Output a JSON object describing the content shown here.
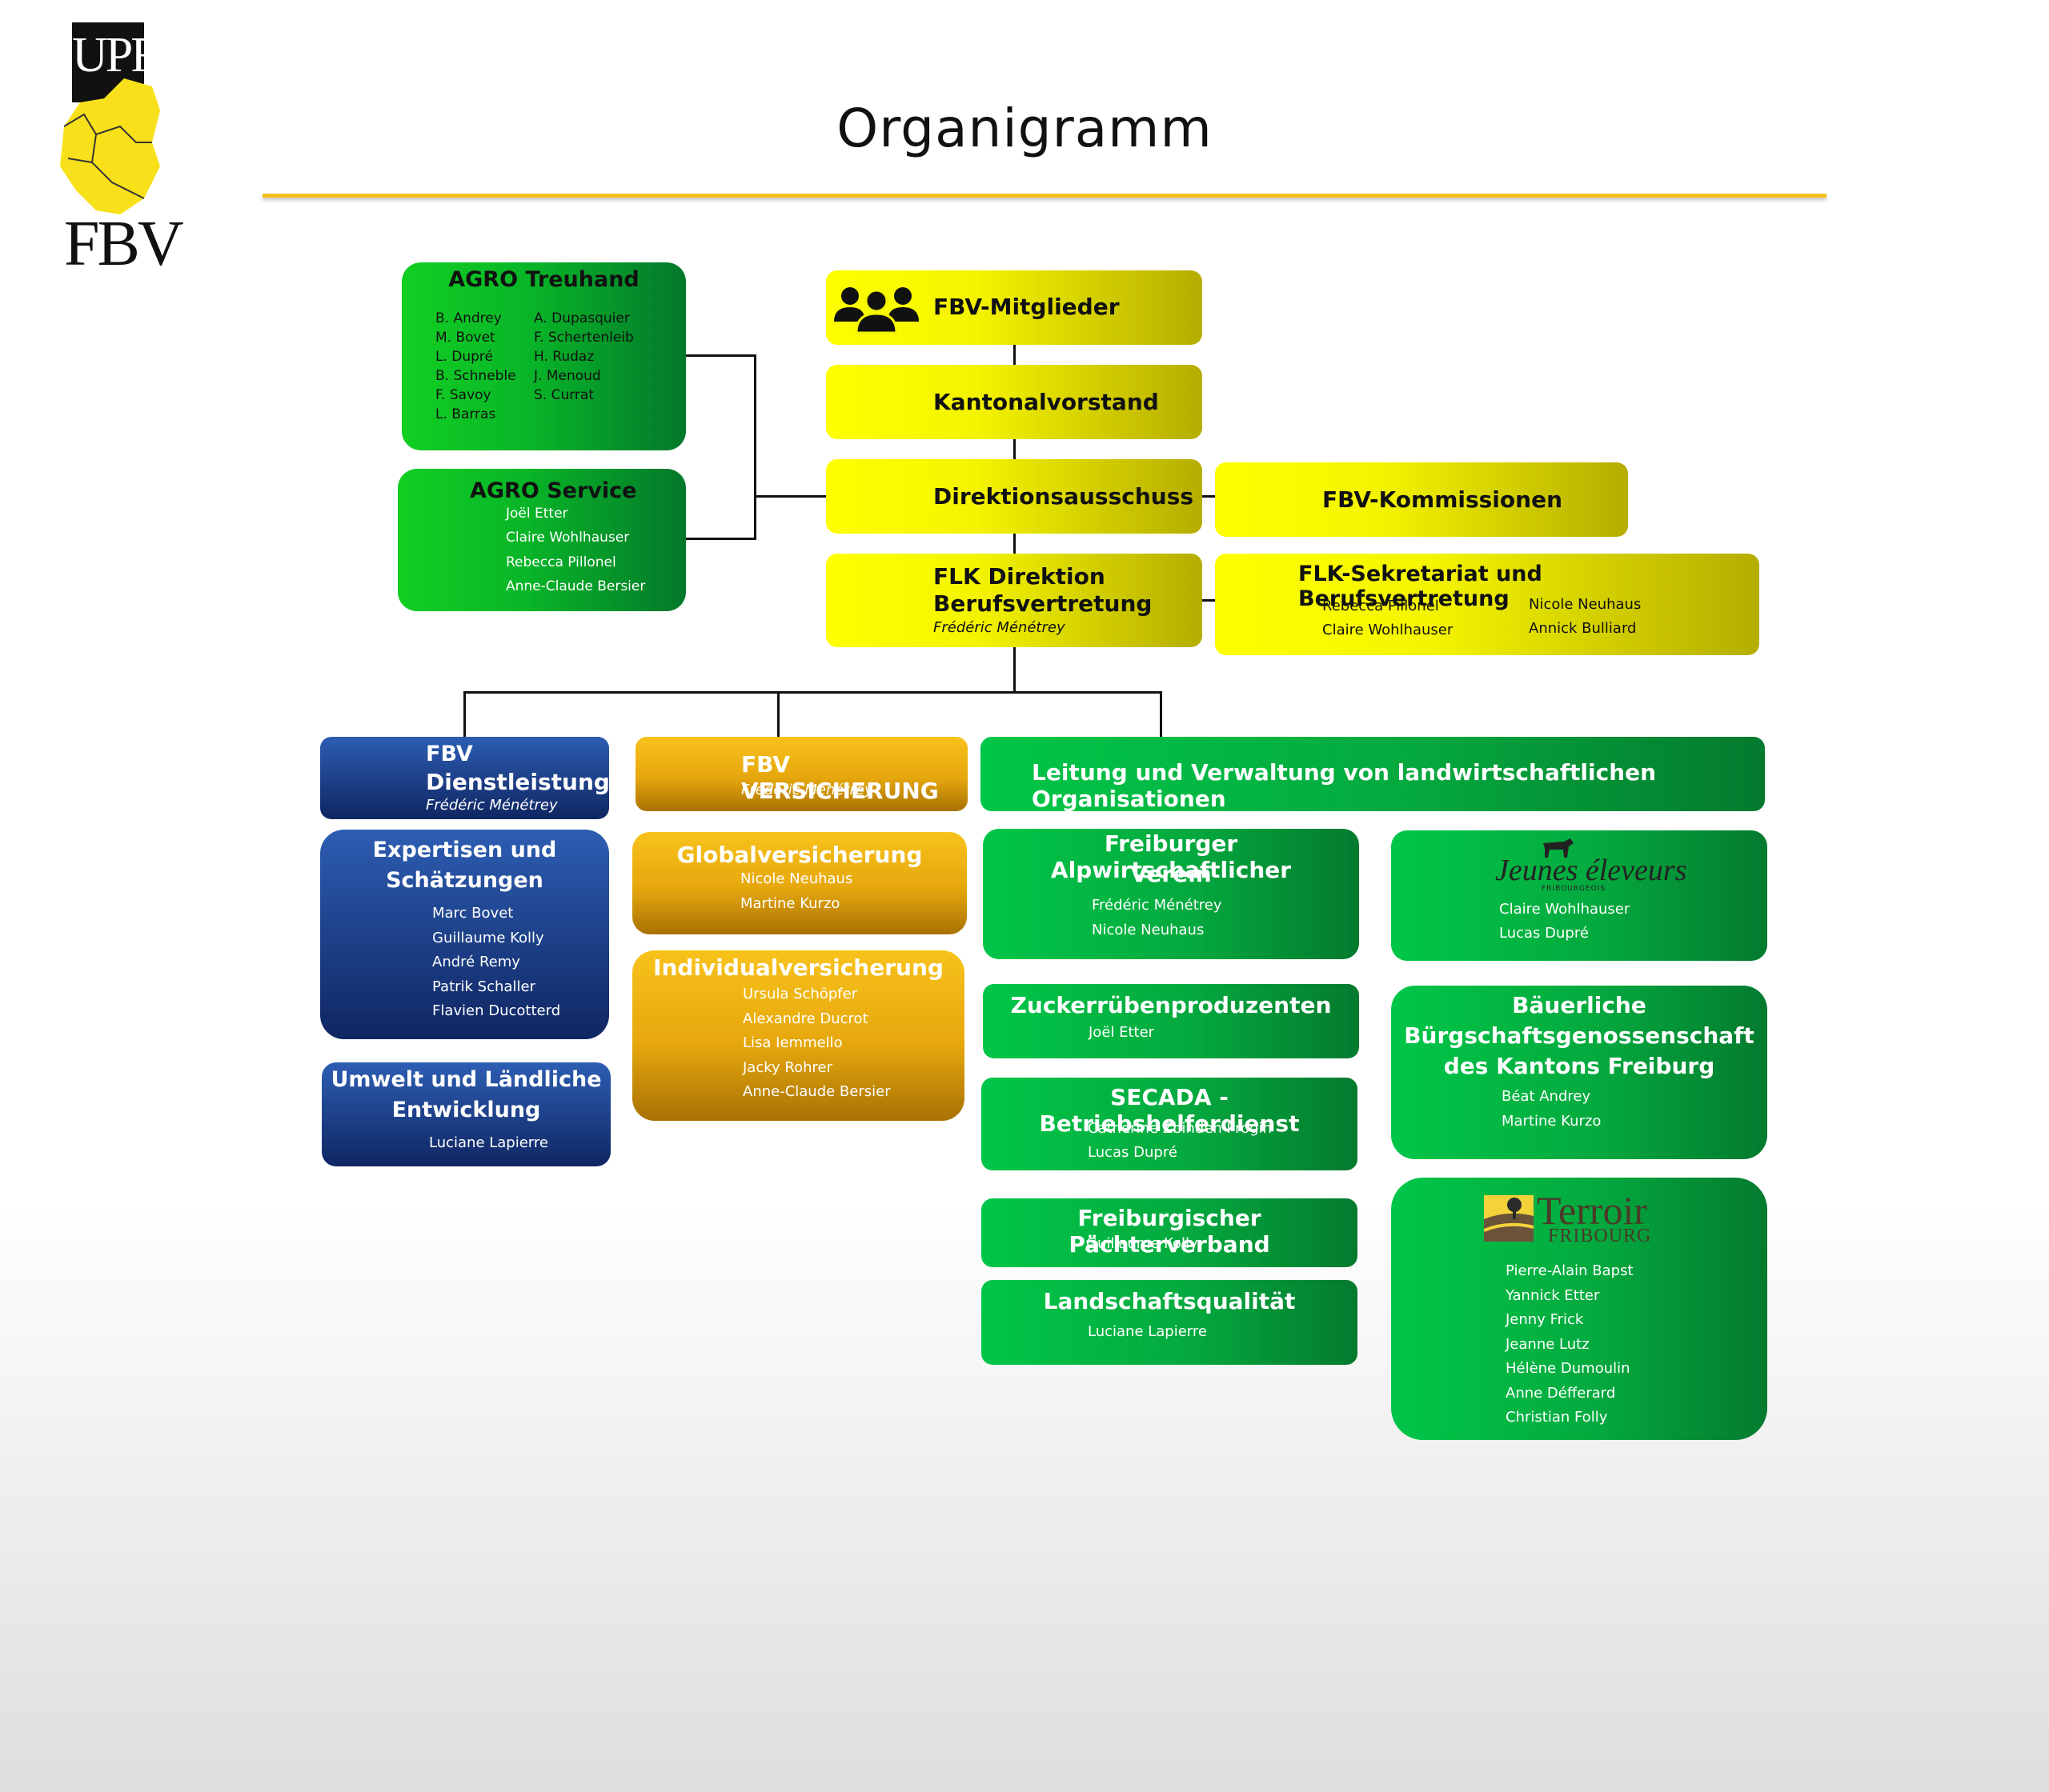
{
  "logo": {
    "top_text": "UPF",
    "bottom_text": "FBV"
  },
  "title": "Organigramm",
  "agro_treuhand": {
    "title": "AGRO Treuhand",
    "col1": [
      "B. Andrey",
      "M. Bovet",
      "L. Dupré",
      "B. Schneble",
      "F. Savoy",
      "L. Barras"
    ],
    "col2": [
      "A. Dupasquier",
      "F. Schertenleib",
      "H. Rudaz",
      "J. Menoud",
      "S. Currat"
    ]
  },
  "agro_service": {
    "title": "AGRO Service",
    "members": [
      "Joël Etter",
      "Claire Wohlhauser",
      "Rebecca Pillonel",
      "Anne-Claude Bersier"
    ]
  },
  "fbv_mitglieder": {
    "title": "FBV-Mitglieder",
    "icon": "people-group-icon"
  },
  "kantonalvorstand": {
    "title": "Kantonalvorstand"
  },
  "direktionsausschuss": {
    "title": "Direktionsausschuss"
  },
  "fbv_kommissionen": {
    "title": "FBV-Kommissionen"
  },
  "flk_direktion": {
    "line1": "FLK Direktion",
    "line2": "Berufsvertretung",
    "person": "Frédéric Ménétrey"
  },
  "flk_sekretariat": {
    "title": "FLK-Sekretariat und Berufsvertretung",
    "col1": [
      "Rebecca Pillonel",
      "Claire Wohlhauser"
    ],
    "col2": [
      "Nicole Neuhaus",
      "Annick Bulliard"
    ]
  },
  "dienstleistungen": {
    "line1": "FBV",
    "line2": "Dienstleistungen",
    "person": "Frédéric Ménétrey"
  },
  "expertisen": {
    "line1": "Expertisen und",
    "line2": "Schätzungen",
    "members": [
      "Marc Bovet",
      "Guillaume Kolly",
      "André Remy",
      "Patrik Schaller",
      "Flavien Ducotterd"
    ]
  },
  "umwelt": {
    "line1": "Umwelt und Ländliche",
    "line2": "Entwicklung",
    "person": "Luciane Lapierre"
  },
  "versicherung": {
    "title": "FBV VERSICHERUNG",
    "person": "Frédéric Ménétrey"
  },
  "globalversicherung": {
    "title": "Globalversicherung",
    "members": [
      "Nicole Neuhaus",
      "Martine Kurzo"
    ]
  },
  "individualversicherung": {
    "title": "Individualversicherung",
    "members": [
      "Ursula Schöpfer",
      "Alexandre Ducrot",
      "Lisa Iemmello",
      "Jacky Rohrer",
      "Anne-Claude Bersier"
    ]
  },
  "leitung": {
    "title": "Leitung und Verwaltung von landwirtschaftlichen Organisationen"
  },
  "alpwirtschaft": {
    "line1": "Freiburger Alpwirtschaftlicher",
    "line2": "Verein",
    "members": [
      "Frédéric Ménétrey",
      "Nicole Neuhaus"
    ]
  },
  "jeunes_eleveurs": {
    "logo_text": "Jeunes éleveurs",
    "logo_sub": "FRIBOURGEOIS",
    "members": [
      "Claire Wohlhauser",
      "Lucas Dupré"
    ]
  },
  "zuckerrueben": {
    "title": "Zuckerrübenproduzenten",
    "person": "Joël Etter"
  },
  "secada": {
    "title": "SECADA - Betriebshelferdienst",
    "members": [
      "Catherine Zbinden Progin",
      "Lucas Dupré"
    ]
  },
  "buergschaft": {
    "line1": "Bäuerliche",
    "line2": "Bürgschaftsgenossenschaft",
    "line3": "des Kantons Freiburg",
    "members": [
      "Béat Andrey",
      "Martine Kurzo"
    ]
  },
  "paechter": {
    "title": "Freiburgischer Pächterverband",
    "person": "Guillaume Kolly"
  },
  "landschaft": {
    "title": "Landschaftsqualität",
    "person": "Luciane Lapierre"
  },
  "terroir": {
    "logo_text": "Terroir",
    "logo_sub": "FRIBOURG",
    "members": [
      "Pierre-Alain Bapst",
      "Yannick Etter",
      "Jenny Frick",
      "Jeanne Lutz",
      "Hélène Dumoulin",
      "Anne Défferard",
      "Christian Folly"
    ]
  },
  "colors": {
    "yellow": "#ffff00",
    "green": "#08b528",
    "blue": "#1d3f86",
    "orange": "#e6a70d",
    "rule": "#f3c21a"
  }
}
